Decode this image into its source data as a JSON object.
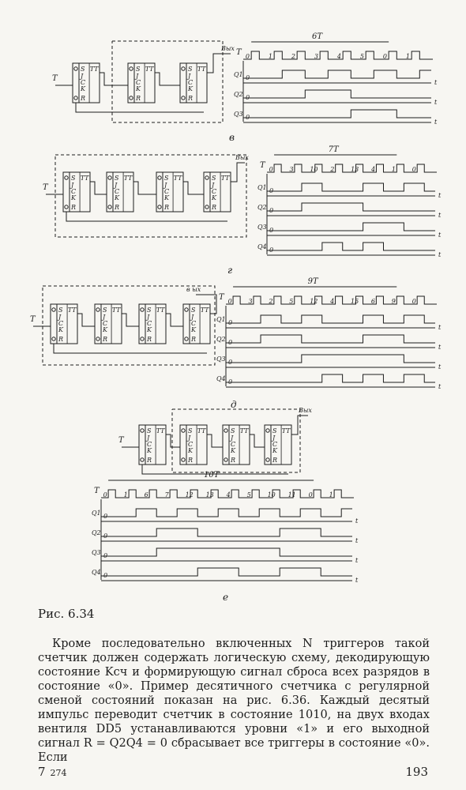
{
  "figure": {
    "caption": "Рис. 6.34",
    "panel_labels": [
      "в",
      "г",
      "д",
      "е"
    ],
    "period_labels": [
      "6T",
      "7T",
      "9T",
      "10T"
    ],
    "signal_labels": {
      "clock": "T",
      "output": "Вых",
      "output_alt": "в ых",
      "q1": "Q1",
      "q2": "Q2",
      "q3": "Q3",
      "q4": "Q4",
      "time": "t"
    },
    "trigger_labels": {
      "type": "ТТ",
      "set": "S",
      "reset": "R",
      "j": "J",
      "c": "C",
      "k": "K"
    },
    "state_sequences": {
      "v": [
        "0",
        "1",
        "2",
        "3",
        "4",
        "5",
        "0",
        "1"
      ],
      "g": [
        "0",
        "3",
        "10",
        "2",
        "13",
        "4",
        "1",
        "0"
      ],
      "d": [
        "0",
        "3",
        "2",
        "5",
        "12",
        "4",
        "15",
        "6",
        "9",
        "0"
      ],
      "e": [
        "0",
        "1",
        "6",
        "7",
        "12",
        "13",
        "4",
        "5",
        "10",
        "11",
        "0",
        "1"
      ]
    }
  },
  "body_text": {
    "paragraph": "Кроме последовательно включенных N триггеров такой счетчик должен содержать логическую схему, декодирующую состояние Kсч и формирующую сигнал сброса всех разрядов в состояние «0». Пример десятичного счетчика с регулярной сменой состояний показан на рис. 6.36. Каждый десятый импульс переводит счетчик в состояние 1010, на двух входах вентиля DD5 устанавливаются уровни «1» и его выходной сигнал R = Q2Q4 = 0 сбрасывает все триггеры в состояние «0». Если"
  },
  "footer": {
    "signature": "7",
    "signature_small": "274",
    "page_number": "193"
  }
}
